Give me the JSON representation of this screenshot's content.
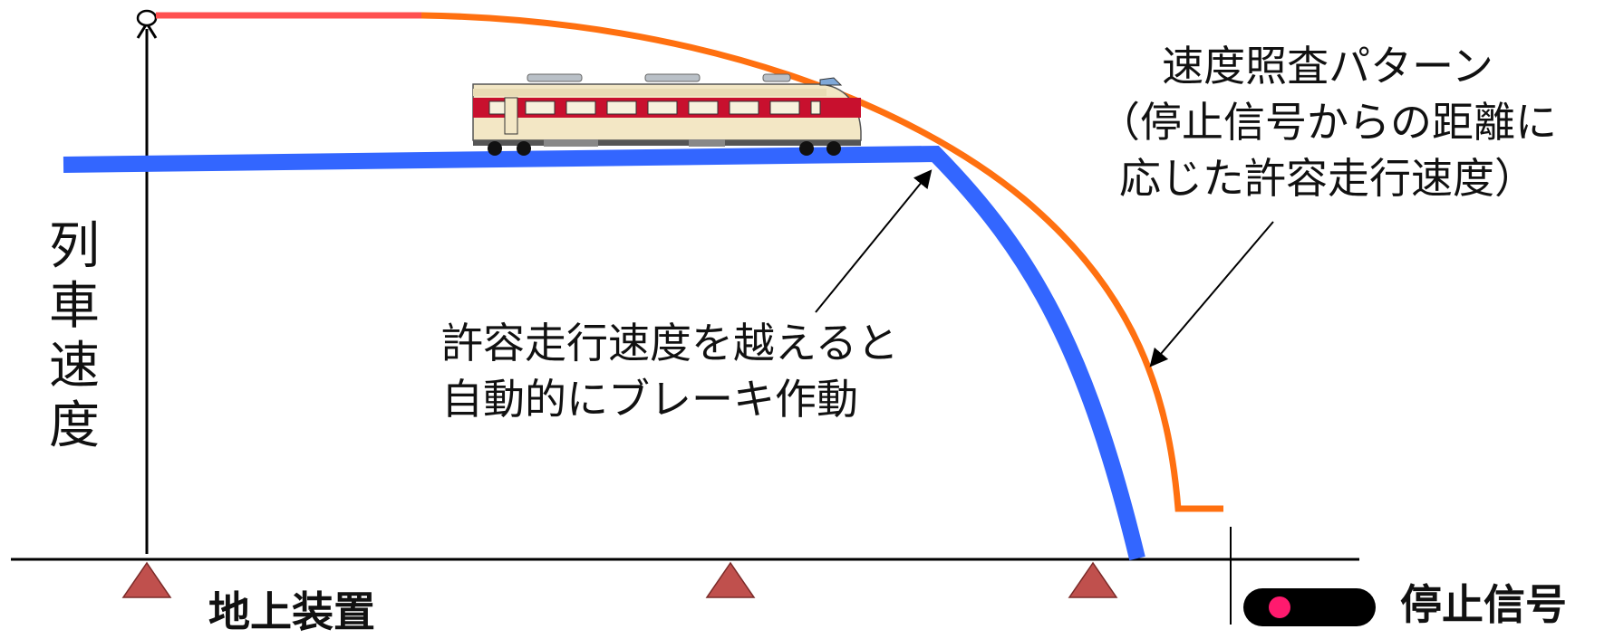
{
  "y_axis_label": "列車速度",
  "pattern_label": [
    "速度照査パターン",
    "（停止信号からの距離に",
    "応じた許容走行速度）"
  ],
  "brake_label": [
    "許容走行速度を越えると",
    "自動的にブレーキ作動"
  ],
  "ground_equipment_label": "地上装置",
  "stop_signal_label": "停止信号",
  "colors": {
    "speed_pattern": "#ff7010",
    "train_speed": "#3366ff",
    "pattern_start": "#ff5050",
    "ground_marker": "#c0504d",
    "signal_light": "#ff1a6e"
  }
}
